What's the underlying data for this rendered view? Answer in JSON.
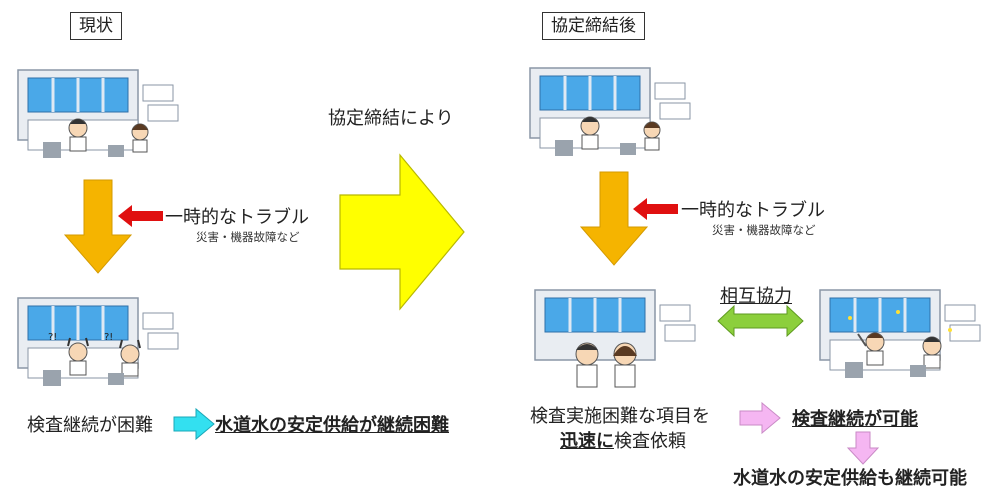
{
  "left": {
    "title": "現状",
    "trouble": "一時的なトラブル",
    "trouble_sub": "災害・機器故障など",
    "result_left": "検査継続が困難",
    "result_right": "水道水の安定供給が継続困難"
  },
  "center": {
    "label": "協定締結により"
  },
  "right": {
    "title": "協定締結後",
    "trouble": "一時的なトラブル",
    "trouble_sub": "災害・機器故障など",
    "mutual": "相互協力",
    "request_line1": "検査実施困難な項目を",
    "request_line2_bold": "迅速に",
    "request_line2_rest": "検査依頼",
    "possible": "検査継続が可能",
    "final": "水道水の安定供給も継続可能"
  },
  "colors": {
    "orange": "#f5b400",
    "red": "#e01010",
    "yellow": "#ffff00",
    "cyan": "#33e0f0",
    "green": "#8ccf3c",
    "pink": "#f5b6f2",
    "water": "#4aa8e8"
  }
}
